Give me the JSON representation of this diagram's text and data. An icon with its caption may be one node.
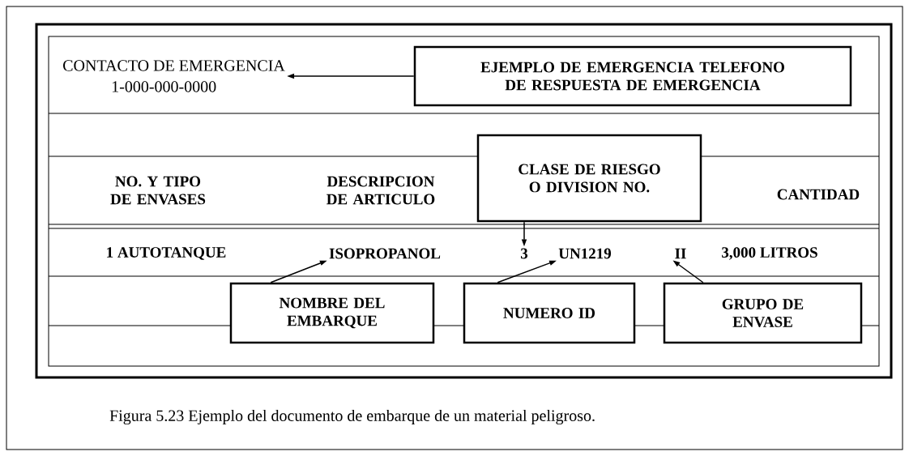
{
  "diagram": {
    "caption": "Figura 5.23 Ejemplo del documento de embarque de un material peligroso.",
    "nodes": [
      {
        "text": [
          "CONTACTO DE EMERGENCIA",
          "1-000-000-0000"
        ]
      },
      {
        "text": [
          "EJEMPLO DE EMERGENCIA TELEFONO DE RESPUESTA DE EMERGENCIA"
        ]
      },
      {
        "text": [
          "CLASE DE RIESGO O DIVISION NO."
        ]
      },
      {
        "text": [
          "3"
        ]
      },
      {
        "text": [
          "ISOPROPANOL"
        ]
      },
      {
        "text": [
          "UN1219"
        ]
      },
      {
        "text": [
          "II"
        ]
      },
      {
        "text": [
          "NOMBRE DEL EMBARQUE"
        ]
      },
      {
        "text": [
          "NUMERO ID"
        ]
      },
      {
        "text": [
          "GRUPO DE ENVASE"
        ]
      }
    ],
    "edges": [
      {
        "from": 1,
        "to": 0,
        "arrow": "to"
      },
      {
        "from": 2,
        "to": 3,
        "arrow": "to"
      },
      {
        "from": 7,
        "to": 4,
        "arrow": "to"
      },
      {
        "from": 8,
        "to": 5,
        "arrow": "to"
      },
      {
        "from": 9,
        "to": 6,
        "arrow": "to"
      }
    ],
    "labels": [
      "NO. Y TIPO DE ENVASES",
      "DESCRIPCION DE ARTICULO",
      "CANTIDAD",
      "1 AUTOTANQUE",
      "3,000 LITROS"
    ]
  }
}
